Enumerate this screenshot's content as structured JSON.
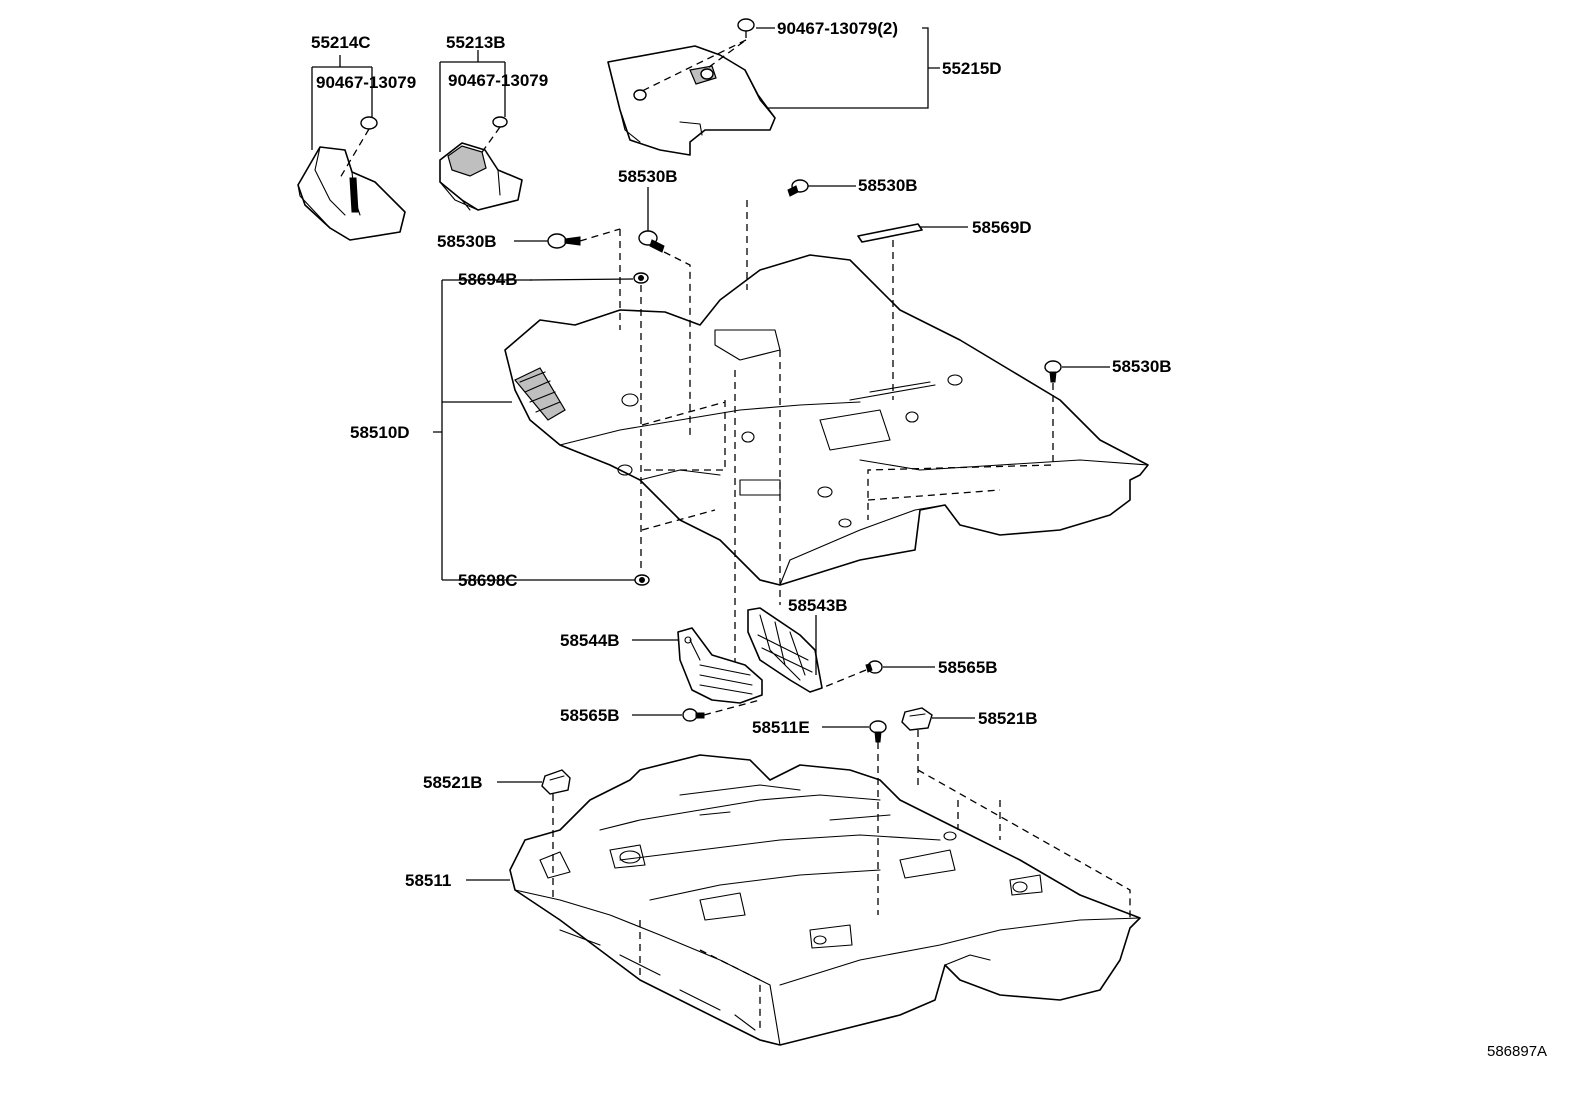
{
  "labels": {
    "p55214C": "55214C",
    "p55213B": "55213B",
    "p90467_left": "90467-13079",
    "p90467_mid": "90467-13079",
    "p90467_top": "90467-13079(2)",
    "p55215D": "55215D",
    "p58530B_a": "58530B",
    "p58530B_b": "58530B",
    "p58530B_c": "58530B",
    "p58530B_d": "58530B",
    "p58569D": "58569D",
    "p58694B": "58694B",
    "p58510D": "58510D",
    "p58698C": "58698C",
    "p58543B": "58543B",
    "p58544B": "58544B",
    "p58565B_a": "58565B",
    "p58565B_b": "58565B",
    "p58511E": "58511E",
    "p58521B_a": "58521B",
    "p58521B_b": "58521B",
    "p58511": "58511"
  },
  "figure_ref": "586897A"
}
